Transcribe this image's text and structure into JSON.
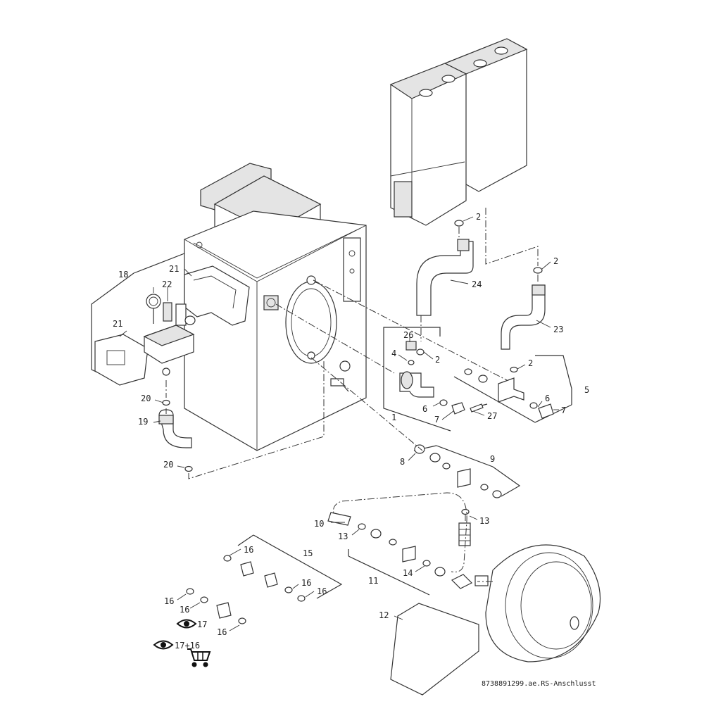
{
  "labels": {
    "n1": "1",
    "n2a": "2",
    "n2b": "2",
    "n2c": "2",
    "n2d": "2",
    "n4": "4",
    "n5": "5",
    "n6a": "6",
    "n6b": "6",
    "n7a": "7",
    "n7b": "7",
    "n8": "8",
    "n9": "9",
    "n10": "10",
    "n11": "11",
    "n12": "12",
    "n13a": "13",
    "n13b": "13",
    "n14": "14",
    "n15": "15",
    "n16a": "16",
    "n16b": "16",
    "n16c": "16",
    "n16d": "16",
    "n16e": "16",
    "n16f": "16",
    "n17": "17",
    "n17_16": "17+16",
    "n18": "18",
    "n19": "19",
    "n20a": "20",
    "n20b": "20",
    "n21a": "21",
    "n21b": "21",
    "n22": "22",
    "n23": "23",
    "n24": "24",
    "n26": "26",
    "n27": "27"
  },
  "reference": "8738891299.ae.RS-Anschlusst",
  "icons": {
    "view": "eye-icon",
    "order": "shopping-cart-icon"
  },
  "colors": {
    "line": "#333333",
    "shade": "#e4e4e4",
    "dark": "#9a9a9a"
  }
}
